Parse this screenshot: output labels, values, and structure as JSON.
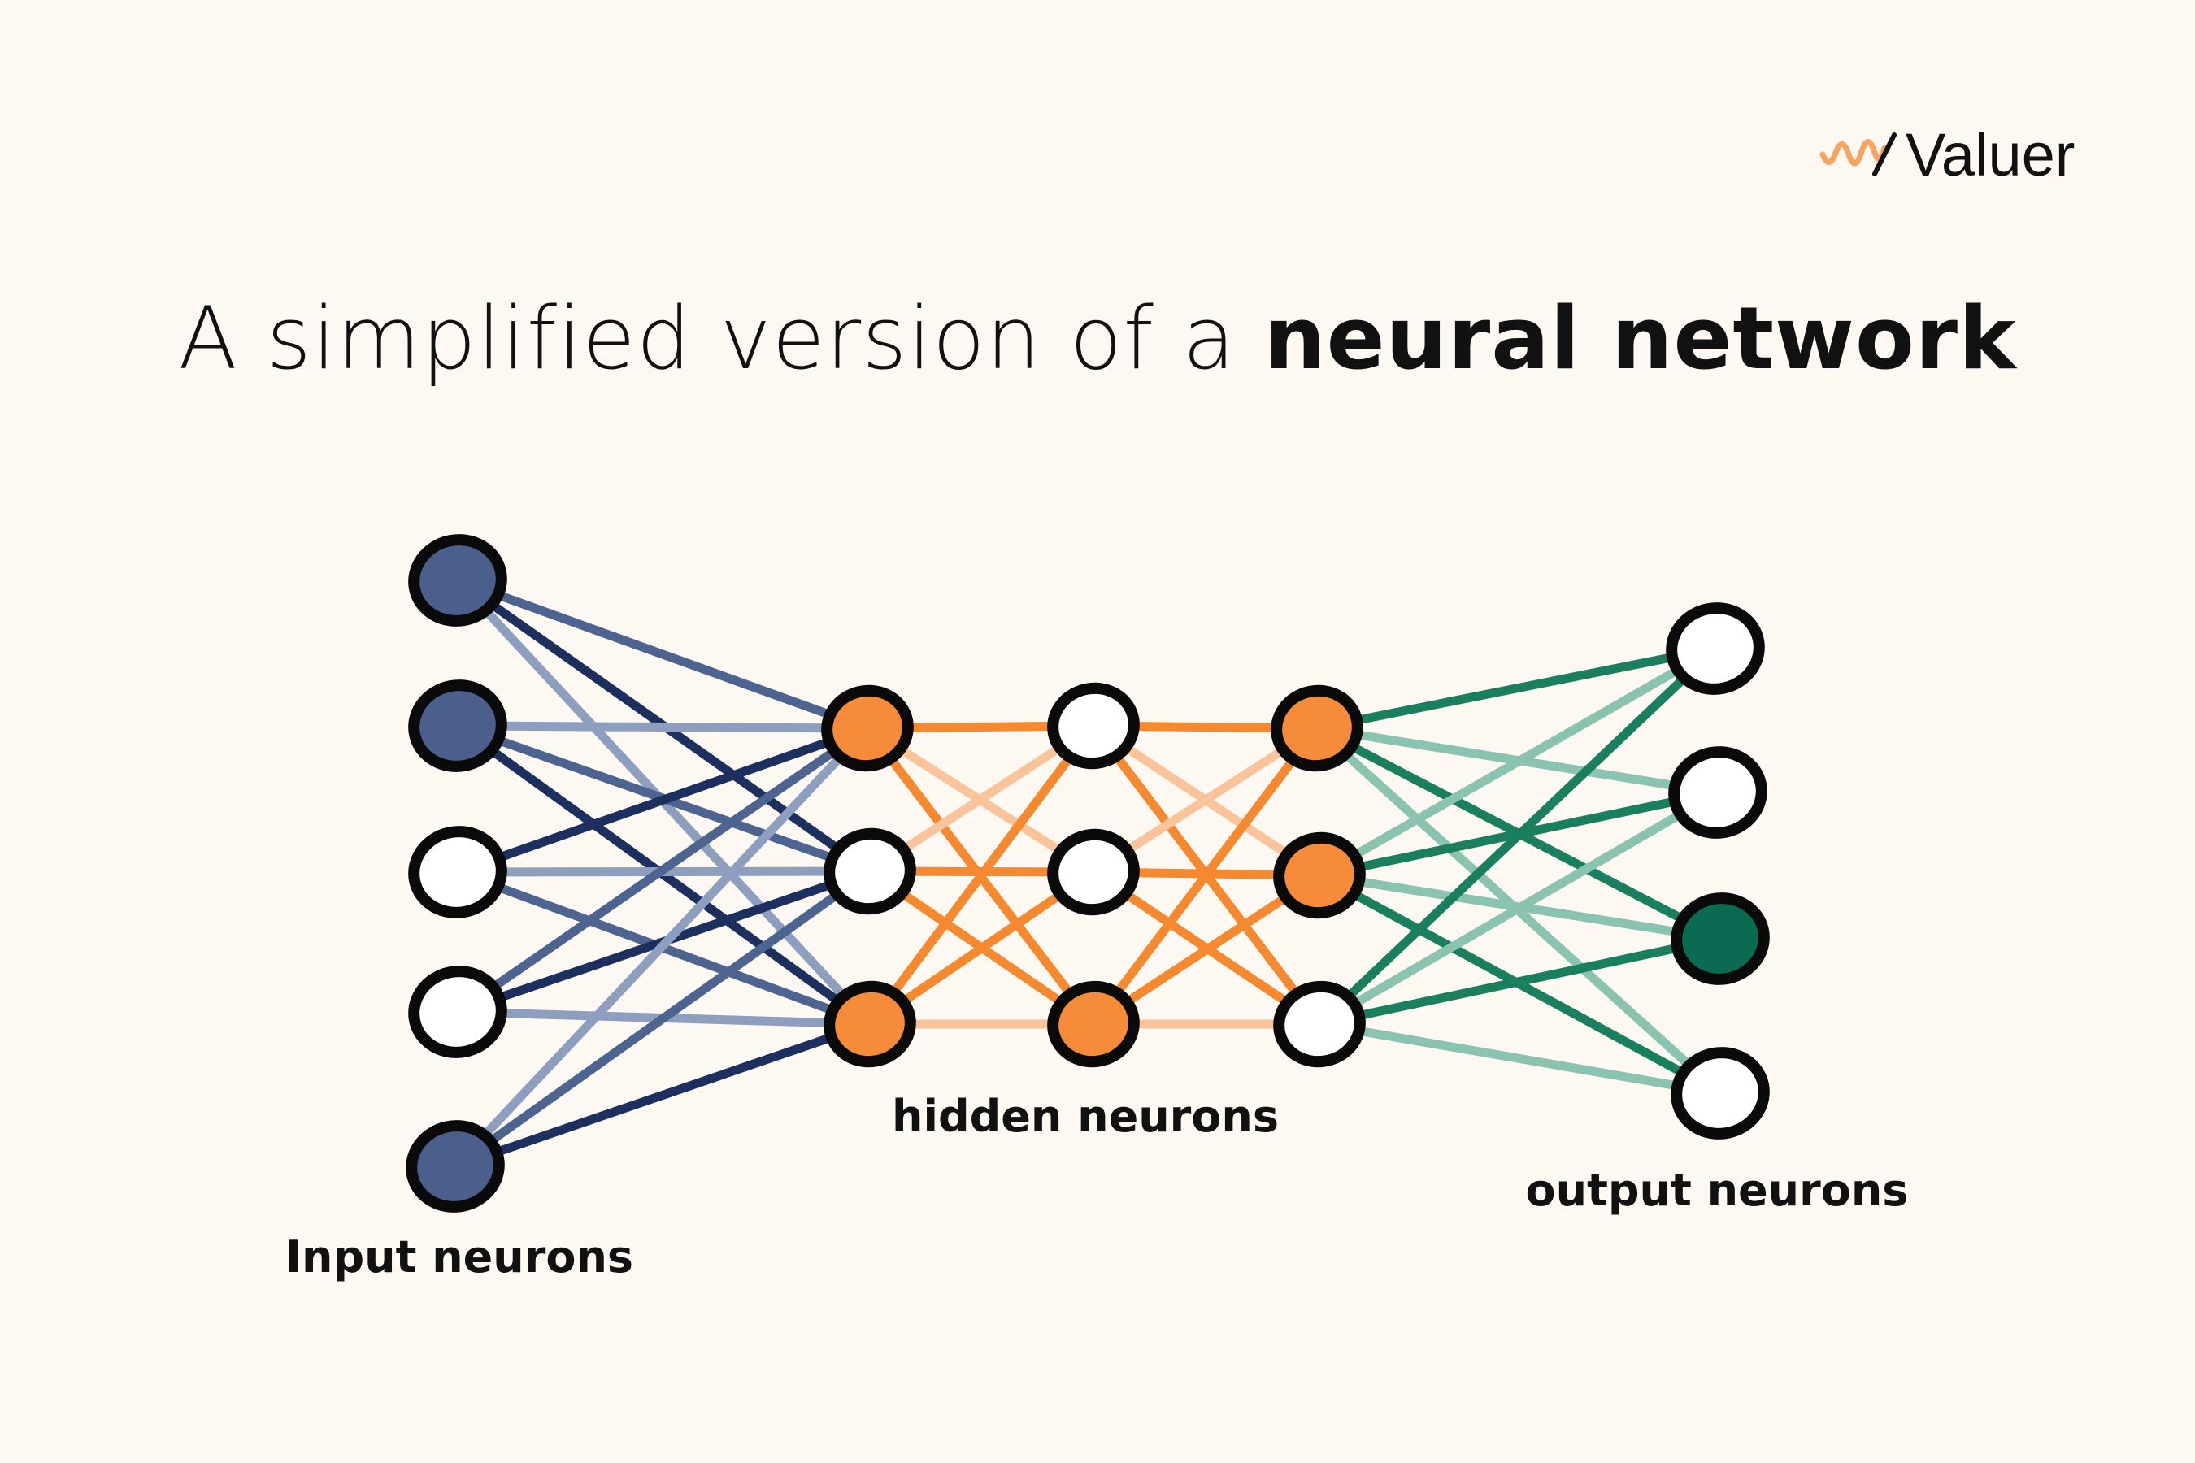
{
  "brand": {
    "name": "Valuer",
    "accent_color": "#f6a462",
    "logo_icon": "wave-logo-icon"
  },
  "title": {
    "regular": "A simplified version of a ",
    "bold": "neural network"
  },
  "labels": {
    "input": "Input neurons",
    "hidden": "hidden neurons",
    "output": "output neurons"
  },
  "colors": {
    "input_filled": "#4a5f8c",
    "hidden_filled": "#f68c3a",
    "output_filled": "#0b6b52",
    "node_empty": "#ffffff",
    "node_outline": "#0a0a0a",
    "edge_input": "#4d6390",
    "edge_input_dark": "#1c2f5e",
    "edge_input_light": "#8d9ebf",
    "edge_hidden": "#f5892f",
    "edge_hidden_light": "#f9c49a",
    "edge_output": "#1a7f5f",
    "edge_output_light": "#8ac4b0"
  },
  "layers": [
    {
      "id": "input",
      "nodes": [
        {
          "filled": true
        },
        {
          "filled": true
        },
        {
          "filled": false
        },
        {
          "filled": false
        },
        {
          "filled": true
        }
      ]
    },
    {
      "id": "hidden1",
      "nodes": [
        {
          "filled": true
        },
        {
          "filled": false
        },
        {
          "filled": true
        }
      ]
    },
    {
      "id": "hidden2",
      "nodes": [
        {
          "filled": false
        },
        {
          "filled": false
        },
        {
          "filled": true
        }
      ]
    },
    {
      "id": "hidden3",
      "nodes": [
        {
          "filled": true
        },
        {
          "filled": true
        },
        {
          "filled": false
        }
      ]
    },
    {
      "id": "output",
      "nodes": [
        {
          "filled": false
        },
        {
          "filled": false
        },
        {
          "filled": true
        },
        {
          "filled": false
        }
      ]
    }
  ]
}
